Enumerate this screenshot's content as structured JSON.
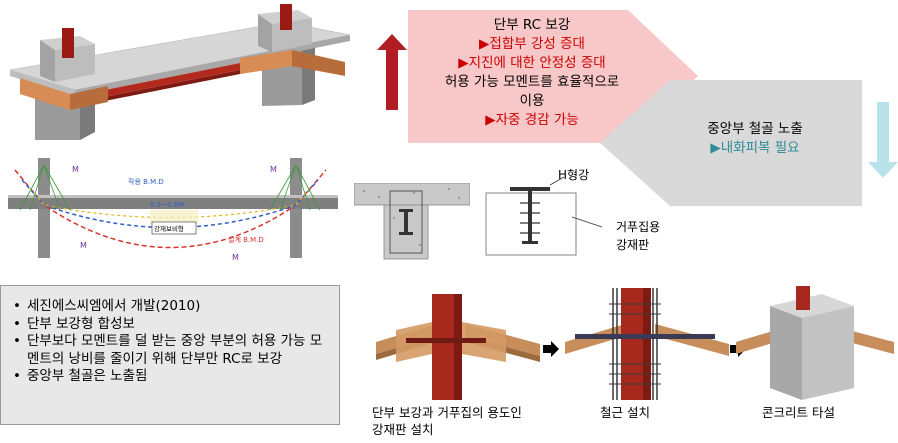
{
  "pink_box": {
    "title": "단부 RC 보강",
    "line1": "▶접합부 강성 증대",
    "line2": "▶지진에 대한 안정성 증대",
    "line3": "허용 가능 모멘트를 효율적으로",
    "line4": "이용",
    "line5": "▶자중 경감 가능"
  },
  "gray_box": {
    "title": "중앙부 철골 노출",
    "line1": "▶내화피복 필요"
  },
  "moment_diagram": {
    "label_m_left": "M",
    "label_m_right": "M",
    "label_m_bottom_left": "M",
    "label_m_bottom_right": "M",
    "label_applied": "작용 B.M.D",
    "label_span": "0.5~0.6M",
    "label_steel_beam": "강재보비형",
    "label_design": "설계 B.M.D"
  },
  "section_detail": {
    "h_steel_label": "H형강",
    "formwork_label_1": "거푸집용",
    "formwork_label_2": "강재판"
  },
  "bullets": [
    "세진에스씨엠에서 개발(2010)",
    "단부 보강형 합성보",
    "단부보다 모멘트를 덜 받는 중앙 부분의 허용 가능 모멘트의 낭비를 줄이기 위해 단부만 RC로 보강",
    "중앙부 철골은 노출됨"
  ],
  "steps": [
    {
      "caption_line1": "단부 보강과 거푸집의 용도인",
      "caption_line2": "강재판 설치"
    },
    {
      "caption_line1": "철근 설치",
      "caption_line2": ""
    },
    {
      "caption_line1": "콘크리트 타설",
      "caption_line2": ""
    }
  ],
  "colors": {
    "up_arrow": "#b01e23",
    "down_arrow": "#b9e3ea",
    "pink_box": "#f8c7c8",
    "gray_box": "#d9d9d9",
    "red_text": "#cc0000",
    "teal_text": "#2e8b9a"
  }
}
